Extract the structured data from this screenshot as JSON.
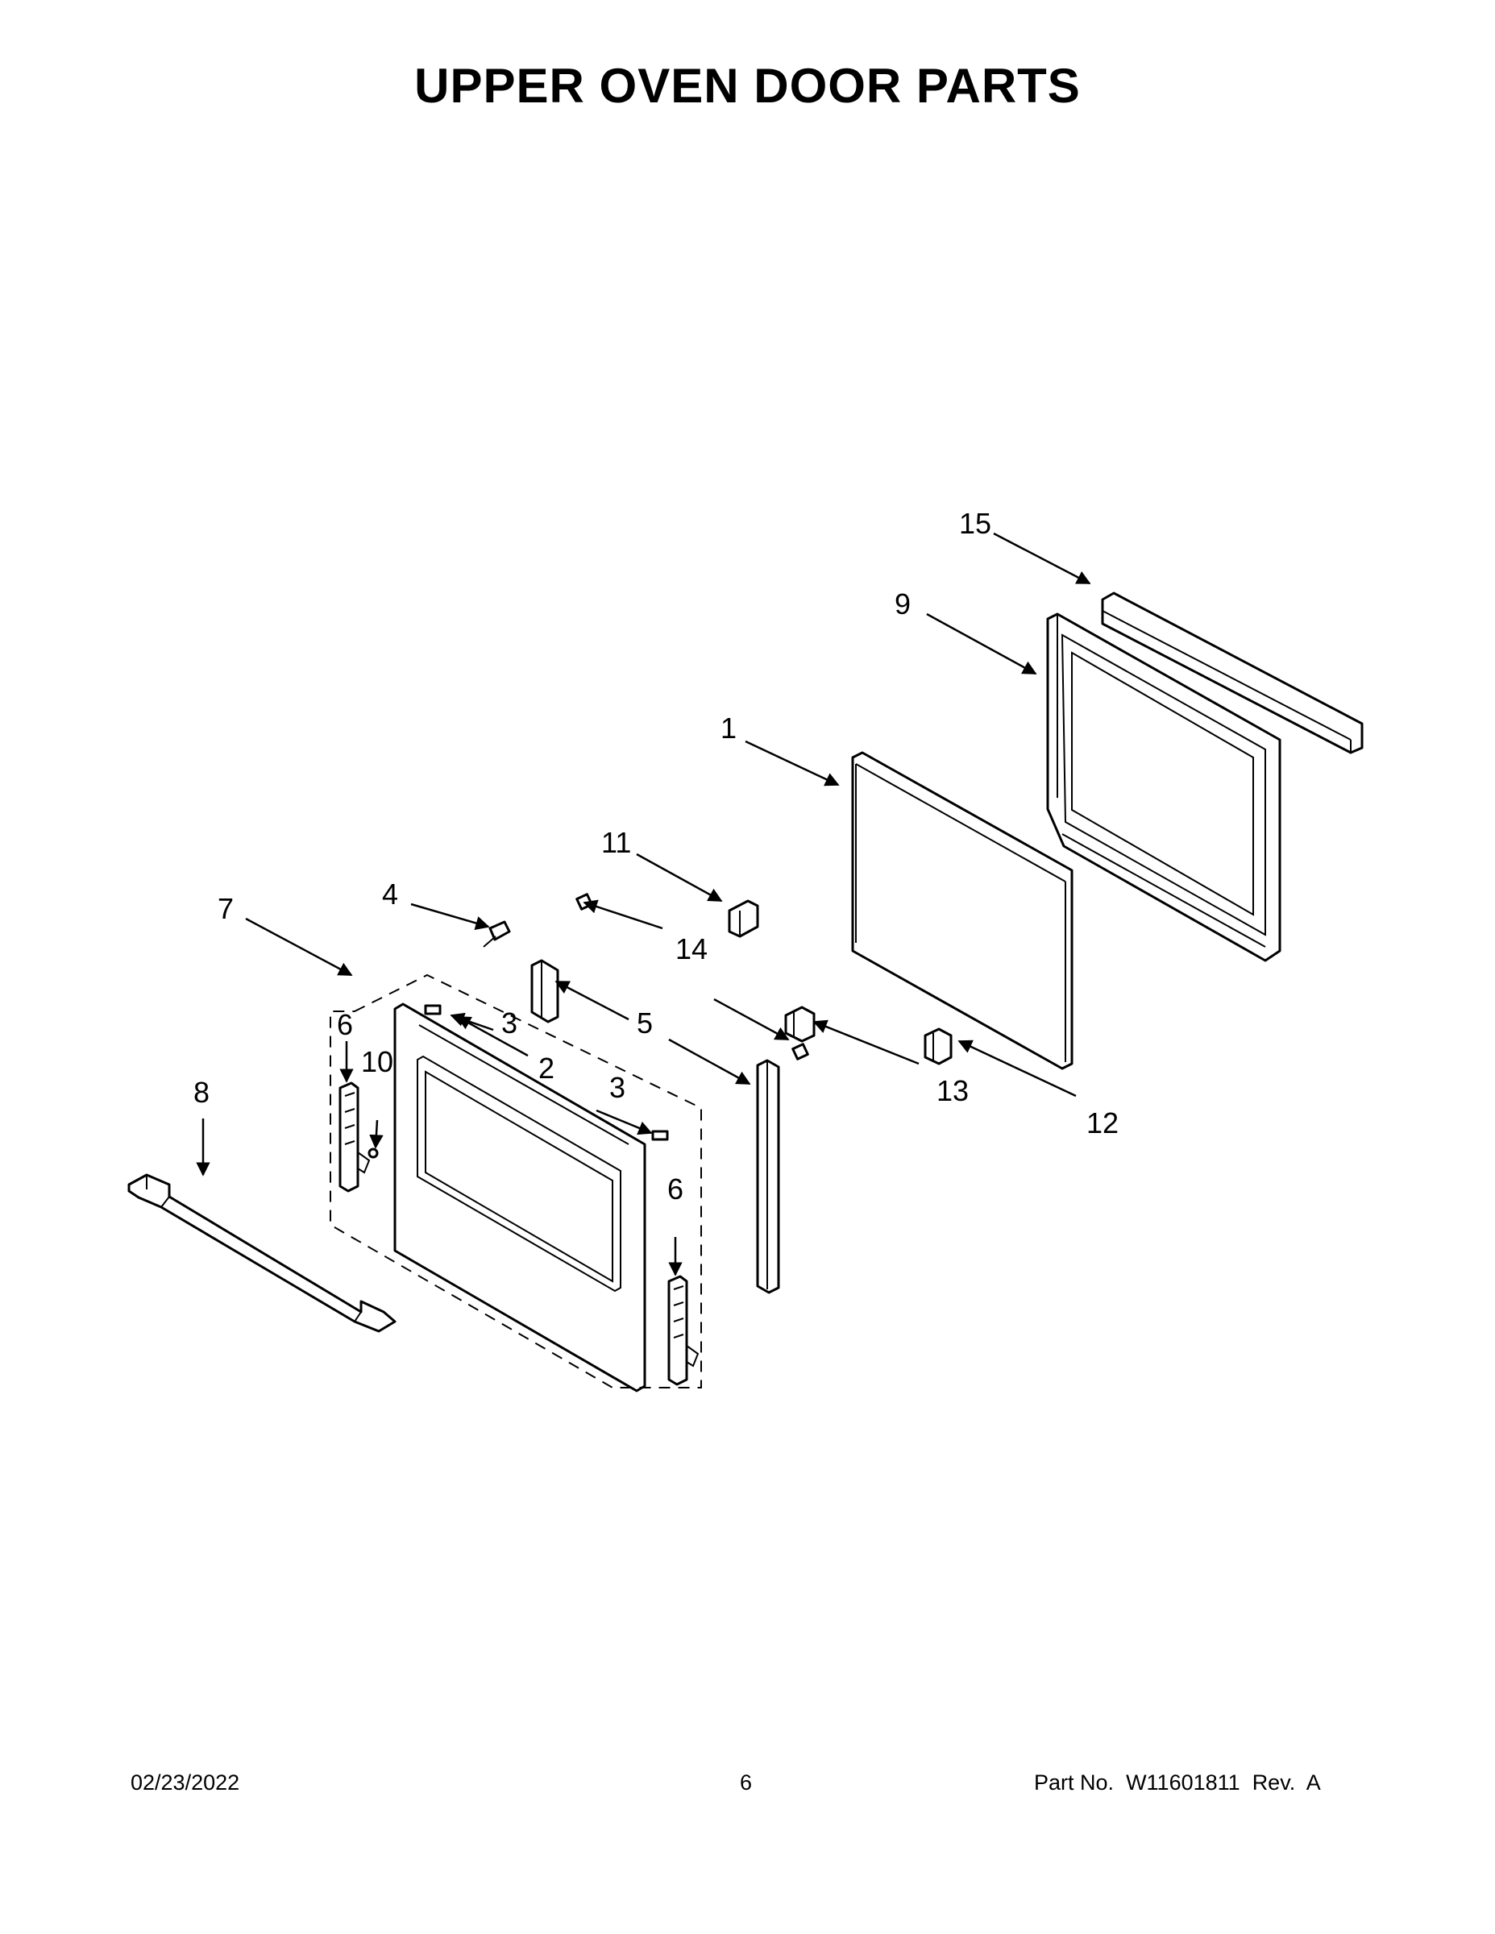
{
  "title": "UPPER OVEN DOOR PARTS",
  "callouts": {
    "c1": "1",
    "c2": "2",
    "c3a": "3",
    "c3b": "3",
    "c4": "4",
    "c5": "5",
    "c6a": "6",
    "c6b": "6",
    "c7": "7",
    "c8": "8",
    "c9": "9",
    "c10": "10",
    "c11": "11",
    "c12": "12",
    "c13": "13",
    "c14": "14",
    "c15": "15"
  },
  "footer": {
    "date": "02/23/2022",
    "page": "6",
    "part_label": "Part No.",
    "part_number": "W11601811",
    "rev": "Rev.  A"
  }
}
